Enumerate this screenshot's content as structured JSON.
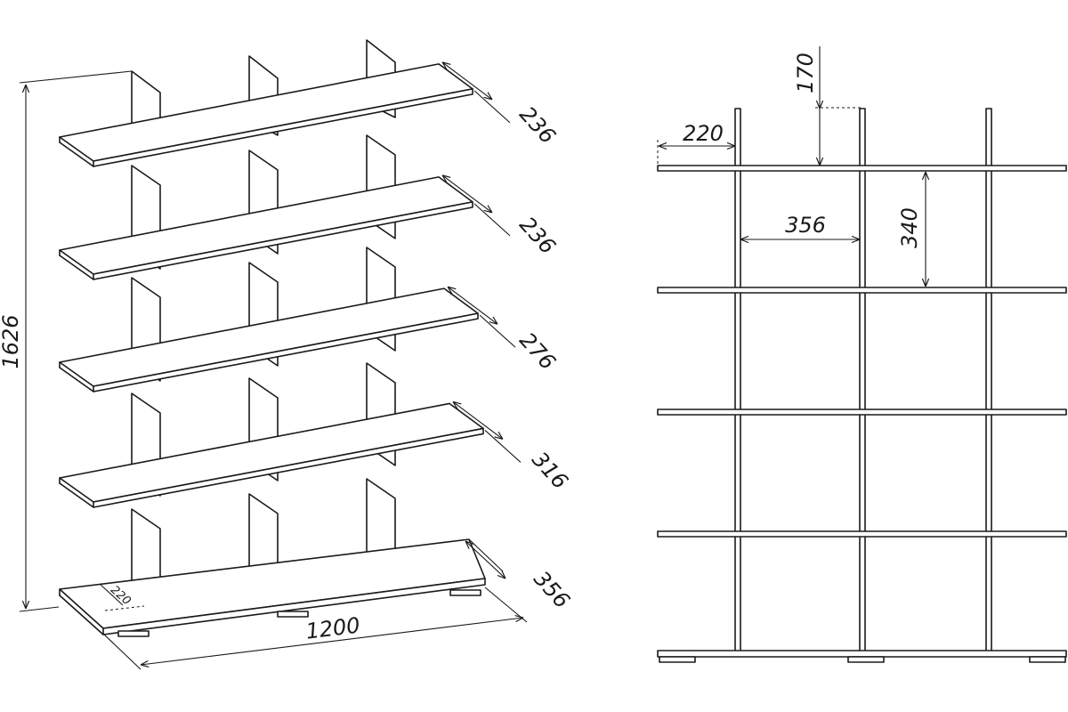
{
  "iso_view": {
    "overall_height": "1626",
    "overall_width": "1200",
    "base_setback": "220",
    "shelf_depths": [
      "236",
      "236",
      "276",
      "316",
      "356"
    ]
  },
  "front_view": {
    "shelf_overhang": "220",
    "post_extension": "170",
    "bay_width": "356",
    "shelf_spacing": "340"
  }
}
